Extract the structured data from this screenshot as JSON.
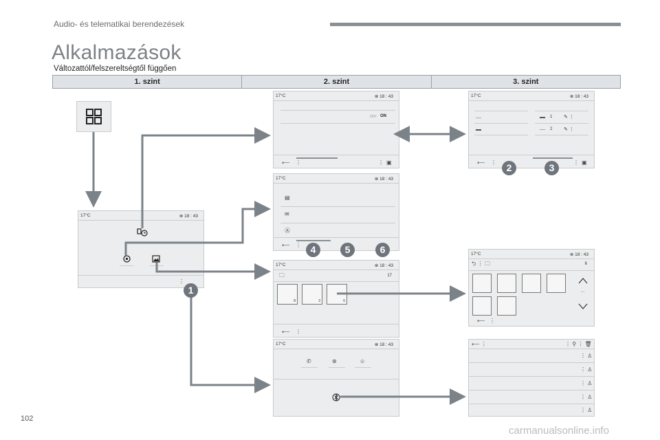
{
  "header": {
    "section": "Audio- és telematikai berendezések",
    "title": "Alkalmazások",
    "subtitle": "Változattól/felszereltségtől függően"
  },
  "levels": [
    "1. szint",
    "2. szint",
    "3. szint"
  ],
  "screen": {
    "temperature": "17°C",
    "time": "18 : 43",
    "toggle_off": "OFF",
    "toggle_on": "ON",
    "photo_count": "17",
    "grid_count": "6",
    "thumb_counts": [
      "8",
      "3",
      "6"
    ],
    "ellipsis": "...",
    "row_one": "1",
    "row_two": "2"
  },
  "badges": [
    "1",
    "2",
    "3",
    "4",
    "5",
    "6"
  ],
  "footer": {
    "page_number": "102",
    "watermark": "carmanualsonline.info"
  },
  "colors": {
    "arrow": "#7b8288",
    "badge": "#6e757c",
    "screen": "#ecedee",
    "header_bg": "#dfe3e8"
  }
}
